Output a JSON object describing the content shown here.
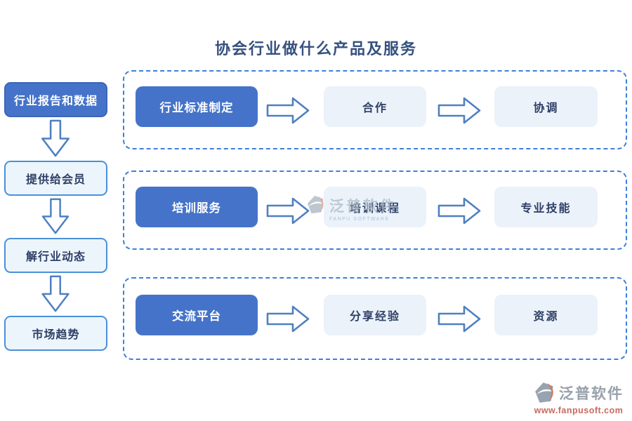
{
  "title": "协会行业做什么产品及服务",
  "left_flow": {
    "items": [
      {
        "label": "行业报告和数据"
      },
      {
        "label": "提供给会员"
      },
      {
        "label": "解行业动态"
      },
      {
        "label": "市场趋势"
      }
    ]
  },
  "rows": [
    {
      "source": "行业标准制定",
      "step1": "合作",
      "step2": "协调"
    },
    {
      "source": "培训服务",
      "step1": "培训课程",
      "step2": "专业技能"
    },
    {
      "source": "交流平台",
      "step1": "分享经验",
      "step2": "资源"
    }
  ],
  "watermark": {
    "name": "泛普软件",
    "subtitle": "FANPU SOFTWARE"
  },
  "footer_logo": {
    "name": "泛普软件",
    "url": "www.fanpusoft.com"
  },
  "icons": {
    "down_arrow": "block-outline-arrow-down",
    "right_arrow": "block-outline-arrow-right",
    "fanpu_logo": "gray-hex-with-red-crescent"
  },
  "colors": {
    "primary_blue": "#4573C9",
    "light_box_fill": "#EBF2FA",
    "light_box_border": "#4A90D8",
    "dashed_border": "#3E7FDB",
    "arrow_stroke": "#4F80C0",
    "dark_text": "#2E3F66",
    "title_text": "#36517F",
    "brand_gray": "#98A1AA",
    "brand_red": "#C96A5F"
  }
}
